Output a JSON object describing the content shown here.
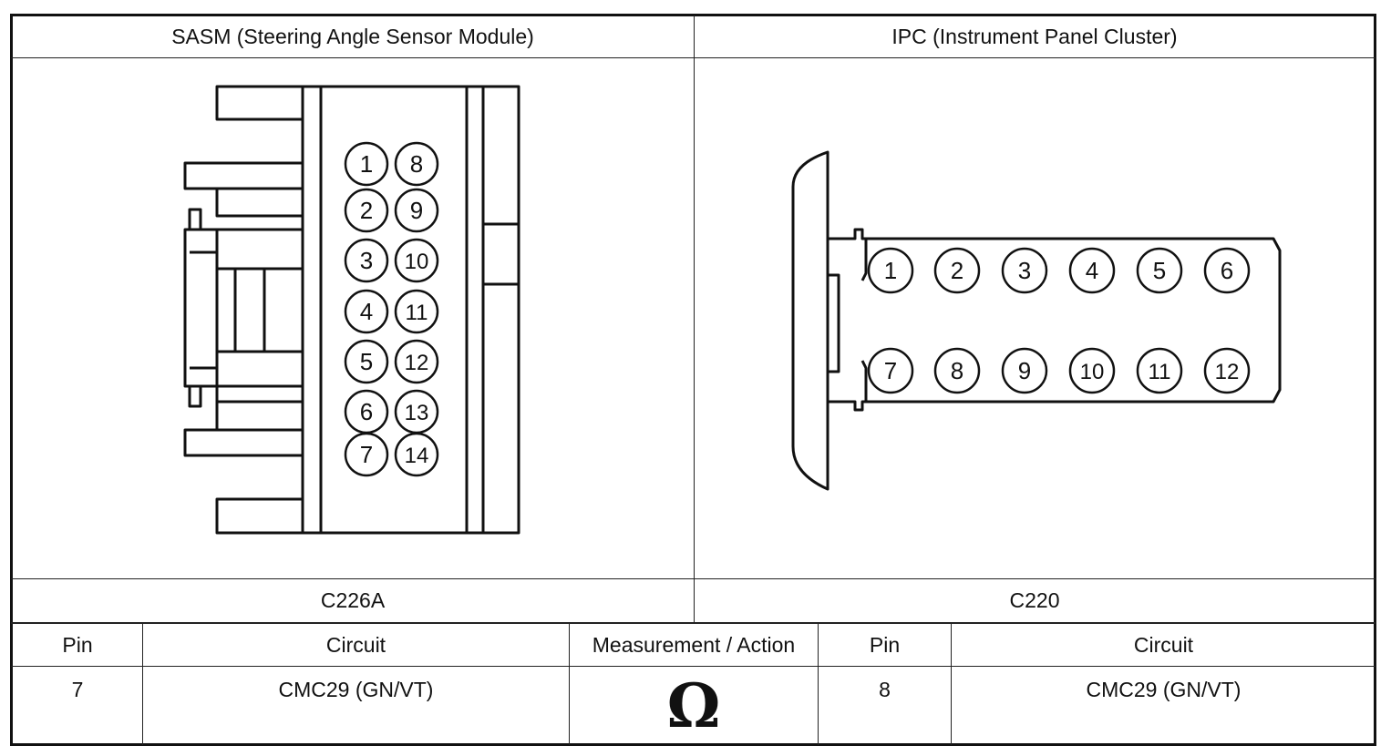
{
  "headers": {
    "left": "SASM (Steering Angle Sensor Module)",
    "right": "IPC (Instrument Panel Cluster)"
  },
  "connectors": {
    "left_id": "C226A",
    "right_id": "C220",
    "left_pins": [
      "1",
      "2",
      "3",
      "4",
      "5",
      "6",
      "7",
      "8",
      "9",
      "10",
      "11",
      "12",
      "13",
      "14"
    ],
    "right_pins": [
      "1",
      "2",
      "3",
      "4",
      "5",
      "6",
      "7",
      "8",
      "9",
      "10",
      "11",
      "12"
    ]
  },
  "table": {
    "columns": [
      "Pin",
      "Circuit",
      "Measurement / Action",
      "Pin",
      "Circuit"
    ],
    "row": {
      "pin_a": "7",
      "circuit_a": "CMC29 (GN/VT)",
      "measurement_icon": "ohm-symbol",
      "measurement_symbol": "Ω",
      "pin_b": "8",
      "circuit_b": "CMC29 (GN/VT)"
    }
  }
}
